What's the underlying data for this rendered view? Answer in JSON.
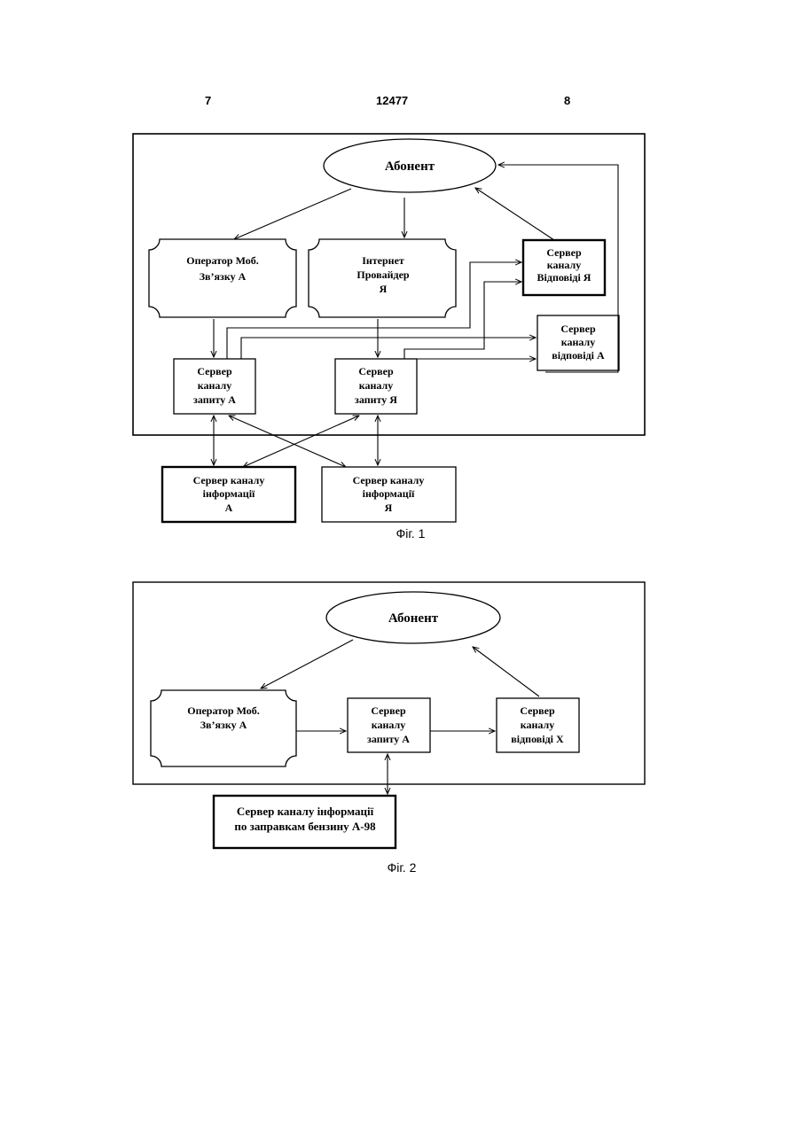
{
  "header": {
    "left": "7",
    "center": "12477",
    "right": "8"
  },
  "fig1": {
    "caption": "Фіг. 1",
    "abonent": "Абонент",
    "operator": [
      "Оператор Моб.",
      "Зв’язку А"
    ],
    "provider": [
      "Інтернет",
      "Провайдер",
      "Я"
    ],
    "resp_ya": [
      "Сервер",
      "каналу",
      "Відповіді Я"
    ],
    "resp_a": [
      "Сервер",
      "каналу",
      "відповіді А"
    ],
    "req_a": [
      "Сервер",
      "каналу",
      "запиту А"
    ],
    "req_ya": [
      "Сервер",
      "каналу",
      "запиту Я"
    ],
    "info_a": [
      "Сервер каналу",
      "інформації",
      "А"
    ],
    "info_ya": [
      "Сервер каналу",
      "інформації",
      "Я"
    ]
  },
  "fig2": {
    "caption": "Фіг. 2",
    "abonent": "Абонент",
    "operator": [
      "Оператор Моб.",
      "Зв’язку А"
    ],
    "req_a": [
      "Сервер",
      "каналу",
      "запиту А"
    ],
    "resp_x": [
      "Сервер",
      "каналу",
      "відповіді Х"
    ],
    "info": [
      "Сервер каналу інформації",
      "по заправкам бензину А-98"
    ]
  }
}
